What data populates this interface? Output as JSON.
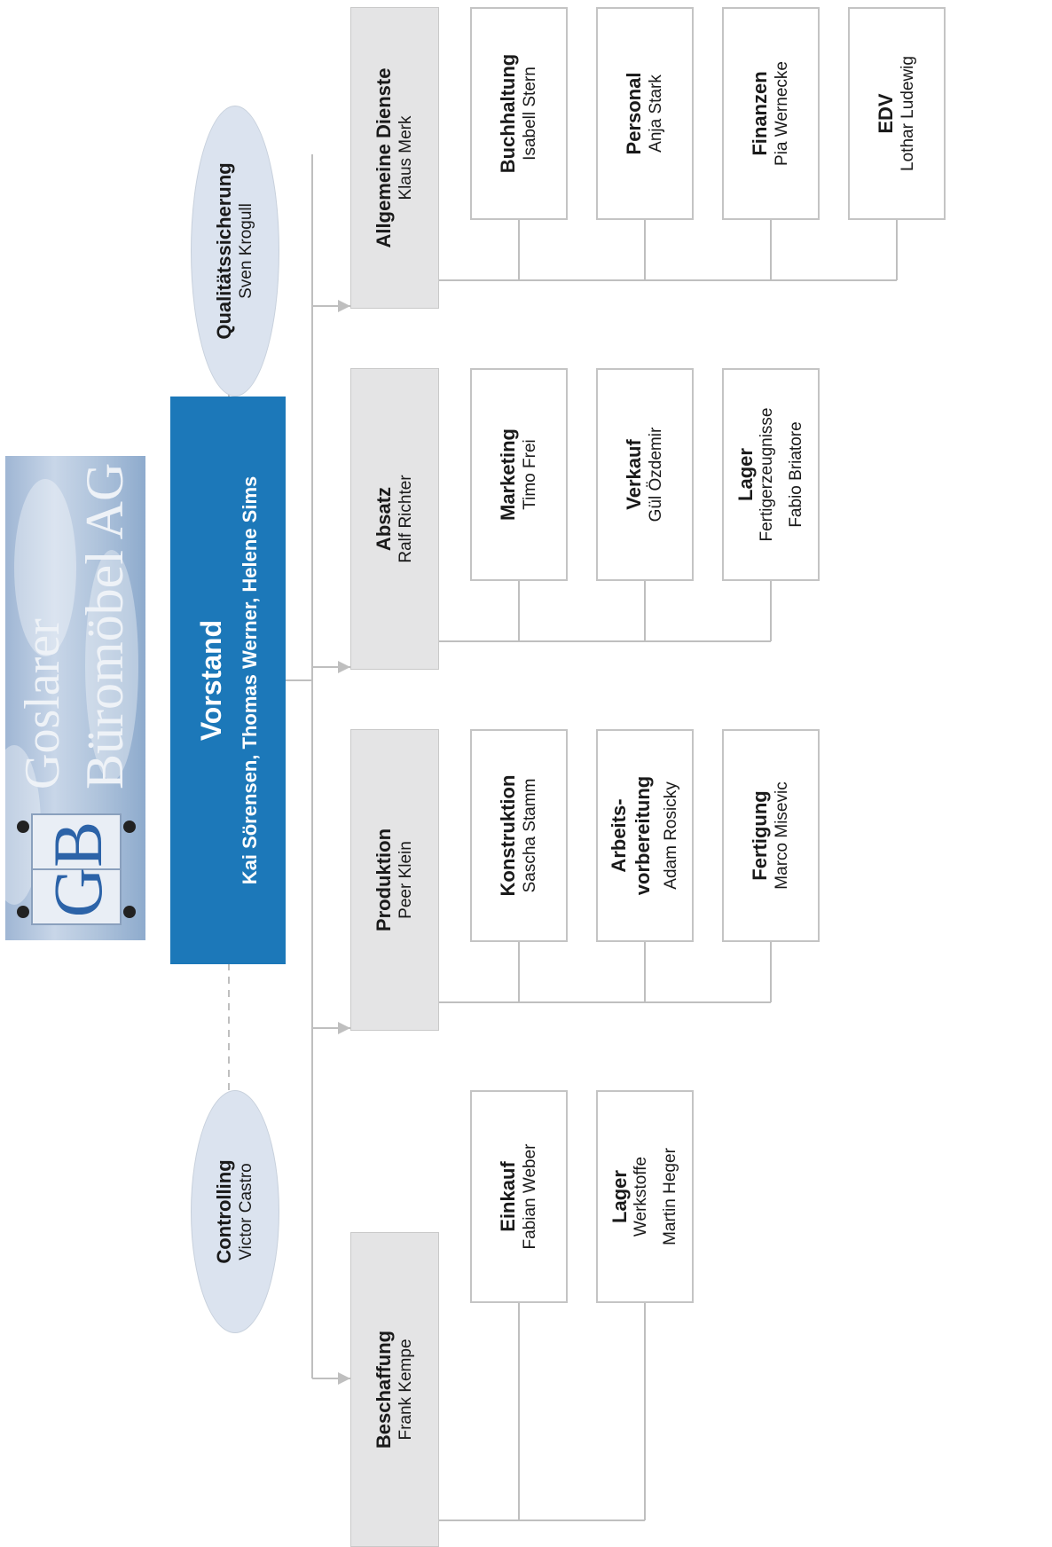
{
  "logo": {
    "line1": "Goslarer",
    "line2": "Büromöbel AG",
    "mark": "GB"
  },
  "board": {
    "title": "Vorstand",
    "members": "Kai Sörensen, Thomas Werner, Helene Sims"
  },
  "staff": [
    {
      "title": "Controlling",
      "name": "Victor Castro"
    },
    {
      "title": "Qualitätssicherung",
      "name": "Sven Krogull"
    }
  ],
  "departments": [
    {
      "title": "Beschaffung",
      "head": "Frank Kempe",
      "units": [
        {
          "title": "Einkauf",
          "sub": "",
          "name": "Fabian Weber"
        },
        {
          "title": "Lager",
          "sub": "Werkstoffe",
          "name": "Martin Heger"
        }
      ]
    },
    {
      "title": "Produktion",
      "head": "Peer Klein",
      "units": [
        {
          "title": "Konstruktion",
          "sub": "",
          "name": "Sascha Stamm"
        },
        {
          "title": "Arbeits-\nvorbereitung",
          "sub": "",
          "name": "Adam Rosicky"
        },
        {
          "title": "Fertigung",
          "sub": "",
          "name": "Marco Misevic"
        }
      ]
    },
    {
      "title": "Absatz",
      "head": "Ralf Richter",
      "units": [
        {
          "title": "Marketing",
          "sub": "",
          "name": "Timo Frei"
        },
        {
          "title": "Verkauf",
          "sub": "",
          "name": "Gül Özdemir"
        },
        {
          "title": "Lager",
          "sub": "Fertigerzeugnisse",
          "name": "Fabio Briatore"
        }
      ]
    },
    {
      "title": "Allgemeine Dienste",
      "head": "Klaus Merk",
      "units": [
        {
          "title": "Buchhaltung",
          "sub": "",
          "name": "Isabell Stern"
        },
        {
          "title": "Personal",
          "sub": "",
          "name": "Anja Stark"
        },
        {
          "title": "Finanzen",
          "sub": "",
          "name": "Pia Wernecke"
        },
        {
          "title": "EDV",
          "sub": "",
          "name": "Lothar Ludewig"
        }
      ]
    }
  ],
  "colors": {
    "board": "#1c78b9",
    "dept": "#e4e4e5",
    "ellipse": "#dbe3ef",
    "line": "#bfbfbf"
  }
}
